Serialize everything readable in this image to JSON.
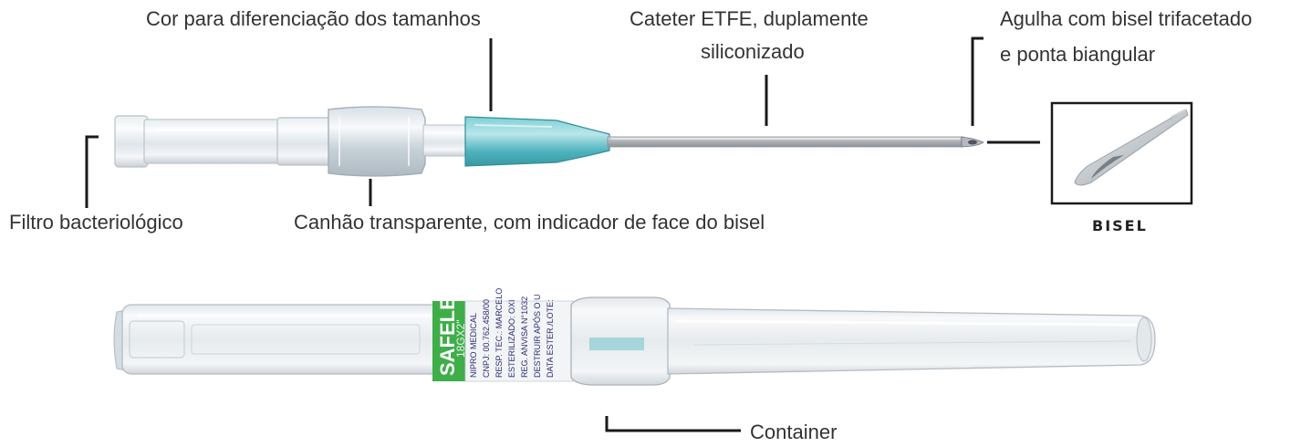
{
  "labels": {
    "color_sizes": "Cor para diferenciação dos tamanhos",
    "catheter_line1": "Cateter ETFE, duplamente",
    "catheter_line2": "siliconizado",
    "needle_line1": "Agulha com bisel trifacetado",
    "needle_line2": "e ponta biangular",
    "filter": "Filtro bacteriológico",
    "hub": "Canhão transparente, com indicador de face do bisel",
    "bisel": "BISEL",
    "container": "Container"
  },
  "container_label_text": {
    "brand": "SAFELET",
    "size": "18GX2\"",
    "print_lines": [
      "NIPRO MEDICAL",
      "CNPJ: 00.762.458/00",
      "RESP. TEC.: MARCELO",
      "ESTERILIZADO: OXI",
      "REG. ANVISA N°1032",
      "DESTRUIR APÓS O U",
      "DATA ESTER./LOTE:"
    ]
  },
  "colors": {
    "hub_teal": "#5fbcc4",
    "label_green": "#3fae49",
    "leader_line": "#1a1a1a",
    "text": "#333333"
  }
}
